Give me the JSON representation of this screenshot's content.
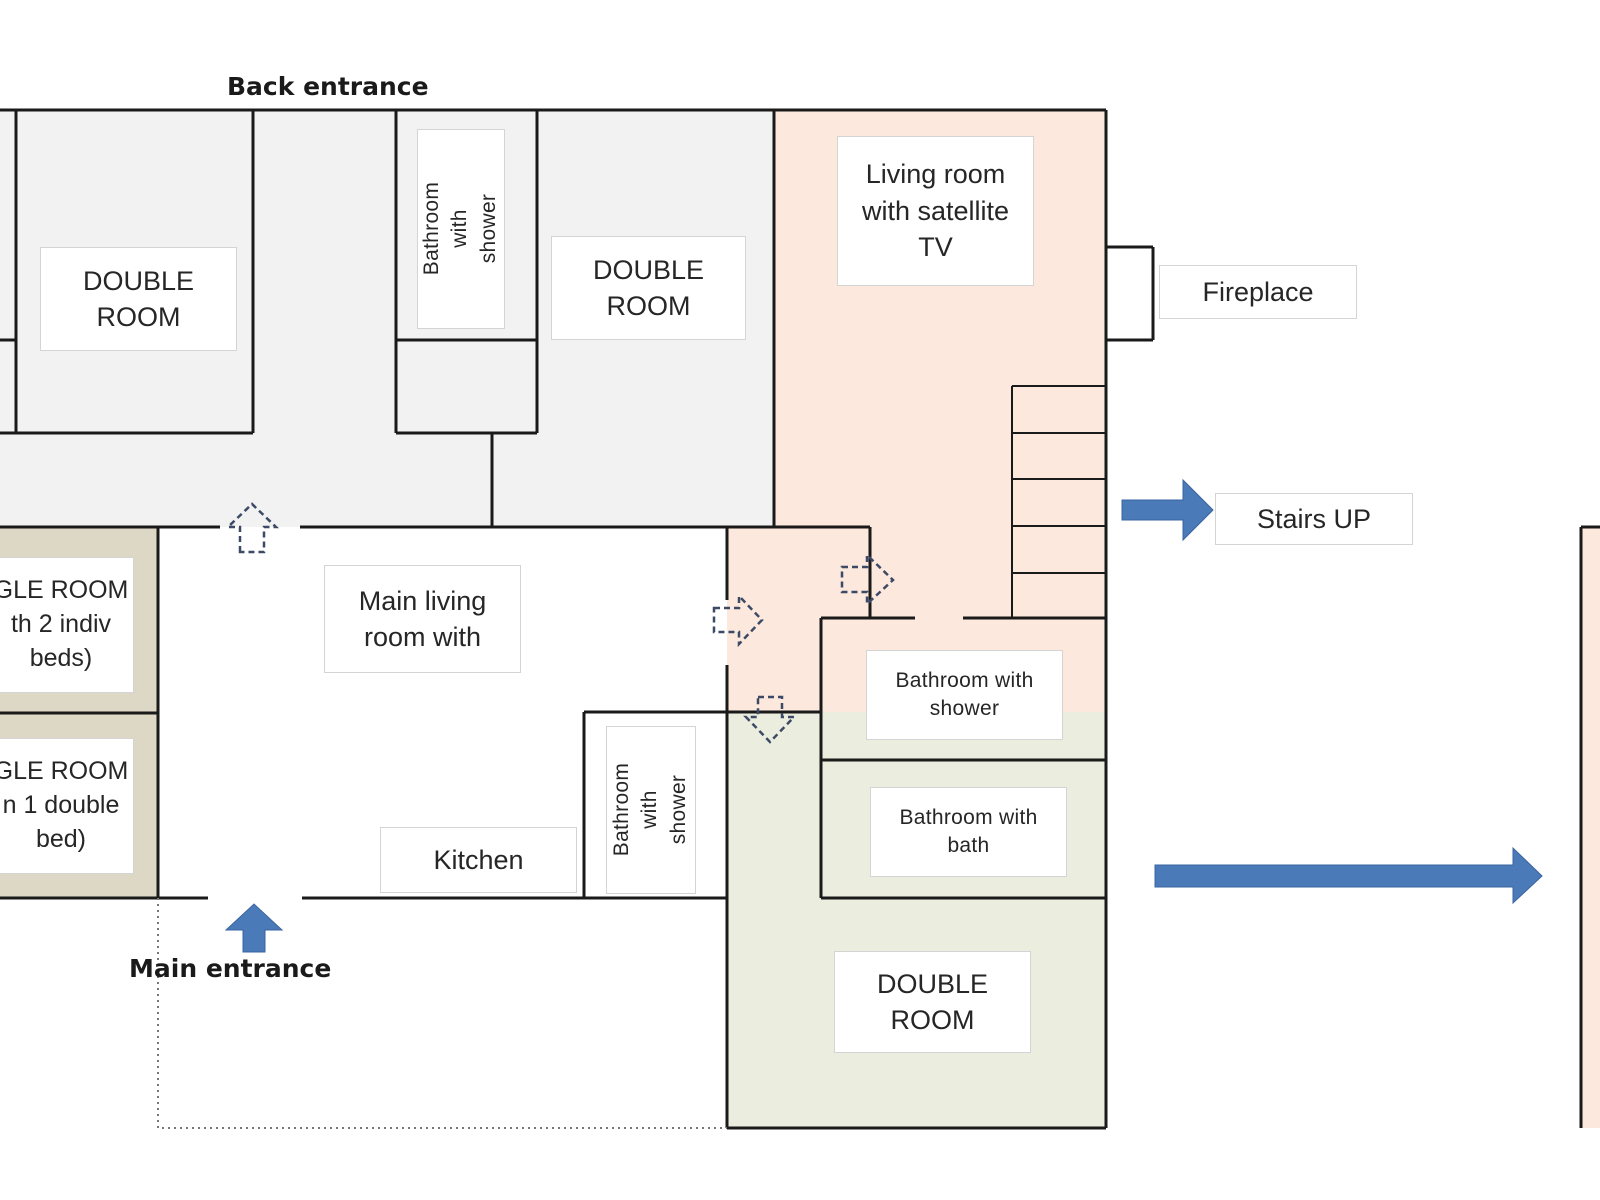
{
  "colors": {
    "wall": "#1a1a1a",
    "grey_zone": "#f2f2f2",
    "peach_zone": "#fce8dc",
    "green_zone": "#ebeede",
    "tan_zone": "#ddd8c6",
    "arrow_blue": "#4a7ab8",
    "dashed_arrow": "#3c4a66"
  },
  "entrances": {
    "back": "Back entrance",
    "main": "Main entrance"
  },
  "rooms": {
    "double_room_1": "DOUBLE\nROOM",
    "bathroom_shower_top": "Bathroom with\nshower",
    "double_room_2": "DOUBLE\nROOM",
    "living_room_tv": "Living room\nwith satellite\nTV",
    "fireplace": "Fireplace",
    "stairs_up": "Stairs UP",
    "single_room_1": "GLE ROOM\nth 2 indiv\nbeds)",
    "single_room_2": "GLE ROOM\nn 1 double\nbed)",
    "main_living_room": "Main living\nroom with",
    "kitchen": "Kitchen",
    "bathroom_shower_mid": "Bathroom\nwith shower",
    "bathroom_shower_right": "Bathroom with\nshower",
    "bathroom_bath": "Bathroom with\nbath",
    "double_room_3": "DOUBLE\nROOM"
  },
  "icons": {
    "door_arrows": [
      "up-dashed-arrow",
      "right-dashed-arrow",
      "right-dashed-arrow",
      "down-dashed-arrow"
    ],
    "solid_arrows": [
      "main-entrance-up-arrow",
      "stairs-right-arrow",
      "continue-right-arrow"
    ]
  }
}
